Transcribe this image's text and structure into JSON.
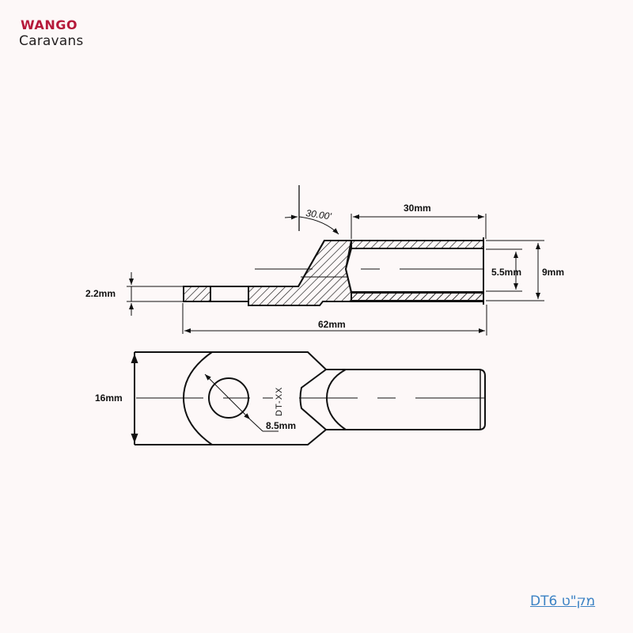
{
  "brand": {
    "logo_top": "WANGO",
    "logo_bottom": "Caravans",
    "logo_color": "#b5193a",
    "logo_bottom_color": "#231f20"
  },
  "drawing": {
    "title": "DT cable lug technical drawing",
    "side_view": {
      "angle_label": "30.00'",
      "barrel_length_label": "30mm",
      "inner_diameter_label": "5.5mm",
      "outer_diameter_label": "9mm",
      "palm_thickness_label": "2.2mm",
      "total_length_label": "62mm"
    },
    "top_view": {
      "width_label": "16mm",
      "hole_diameter_label": "8.5mm",
      "stamp_text": "DT-XX"
    },
    "line_color": "#111111",
    "background": "#fdf8f8"
  },
  "footer": {
    "sku_link": "מק\"ט DT6",
    "link_color": "#3b82c4"
  }
}
